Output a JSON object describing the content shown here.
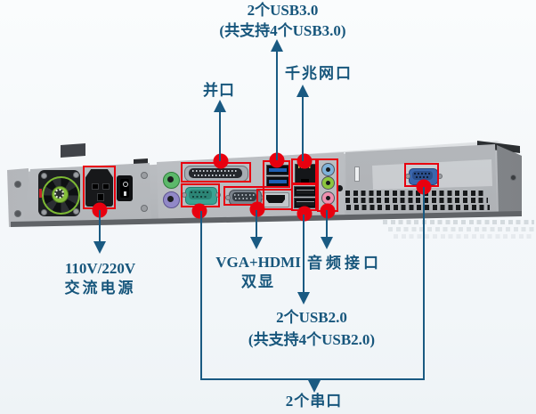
{
  "palette": {
    "red": "#e8000f",
    "label": "#17567c",
    "line": "#1a5a82",
    "fan_green": "#7cb933",
    "ps2_green": "#5cb86a",
    "ps2_purple": "#9188c7",
    "usb3_blue": "#1e5fb4",
    "audio_blue": "#7fb2d9",
    "audio_green": "#8cc63e",
    "audio_pink": "#ef8fae",
    "db9_teal": "#3aa393",
    "db9_blue": "#3a66ad"
  },
  "annotations": {
    "usb3_title": "2个USB3.0",
    "usb3_sub": "(共支持4个USB3.0)",
    "lan": "千兆网口",
    "parallel": "并口",
    "power_line1": "110V/220V",
    "power_line2": "交流电源",
    "display_line1": "VGA+HDMI",
    "display_line2": "双显",
    "audio": "音频接口",
    "usb2_title": "2个USB2.0",
    "usb2_sub": "(共支持4个USB2.0)",
    "serial": "2个串口"
  },
  "ports": [
    "cooling-fan",
    "ac-power-inlet",
    "power-rocker-switch",
    "ps2-keyboard-port",
    "ps2-mouse-port",
    "db25-parallel-port",
    "db9-serial-port-left",
    "vga-port",
    "hdmi-port",
    "usb3-port-x2",
    "rj45-lan-port",
    "usb2-port-x2",
    "audio-jack-line-in",
    "audio-jack-line-out",
    "audio-jack-mic",
    "db9-serial-port-right"
  ]
}
